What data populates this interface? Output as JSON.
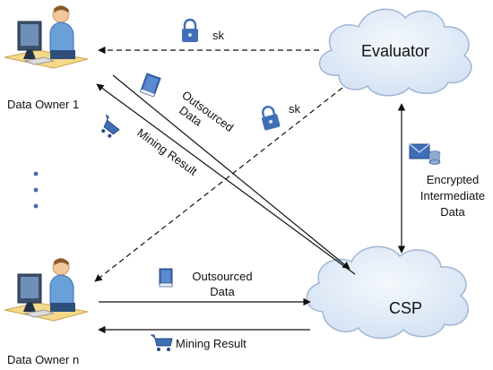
{
  "nodes": {
    "owner1": "Data Owner 1",
    "ownern": "Data Owner n",
    "evaluator": "Evaluator",
    "csp": "CSP"
  },
  "labels": {
    "sk_top": "sk",
    "sk_mid": "sk",
    "outsourced_diag": [
      "Outsourced",
      "Data"
    ],
    "mining_diag": "Mining Result",
    "encrypted": [
      "Encrypted",
      "Intermediate",
      "Data"
    ],
    "outsourced_bottom": [
      "Outsourced",
      "Data"
    ],
    "mining_bottom": "Mining Result"
  },
  "ellipsis": "⋮",
  "icons": [
    "computer-user-icon",
    "cloud-icon",
    "padlock-icon",
    "book-icon",
    "shopping-cart-icon",
    "envelope-database-icon"
  ],
  "colors": {
    "cloud_fill": "#dfe9f5",
    "cloud_stroke": "#9fb6d6",
    "icon_blue": "#3f6fb6",
    "arrow": "#111111"
  }
}
